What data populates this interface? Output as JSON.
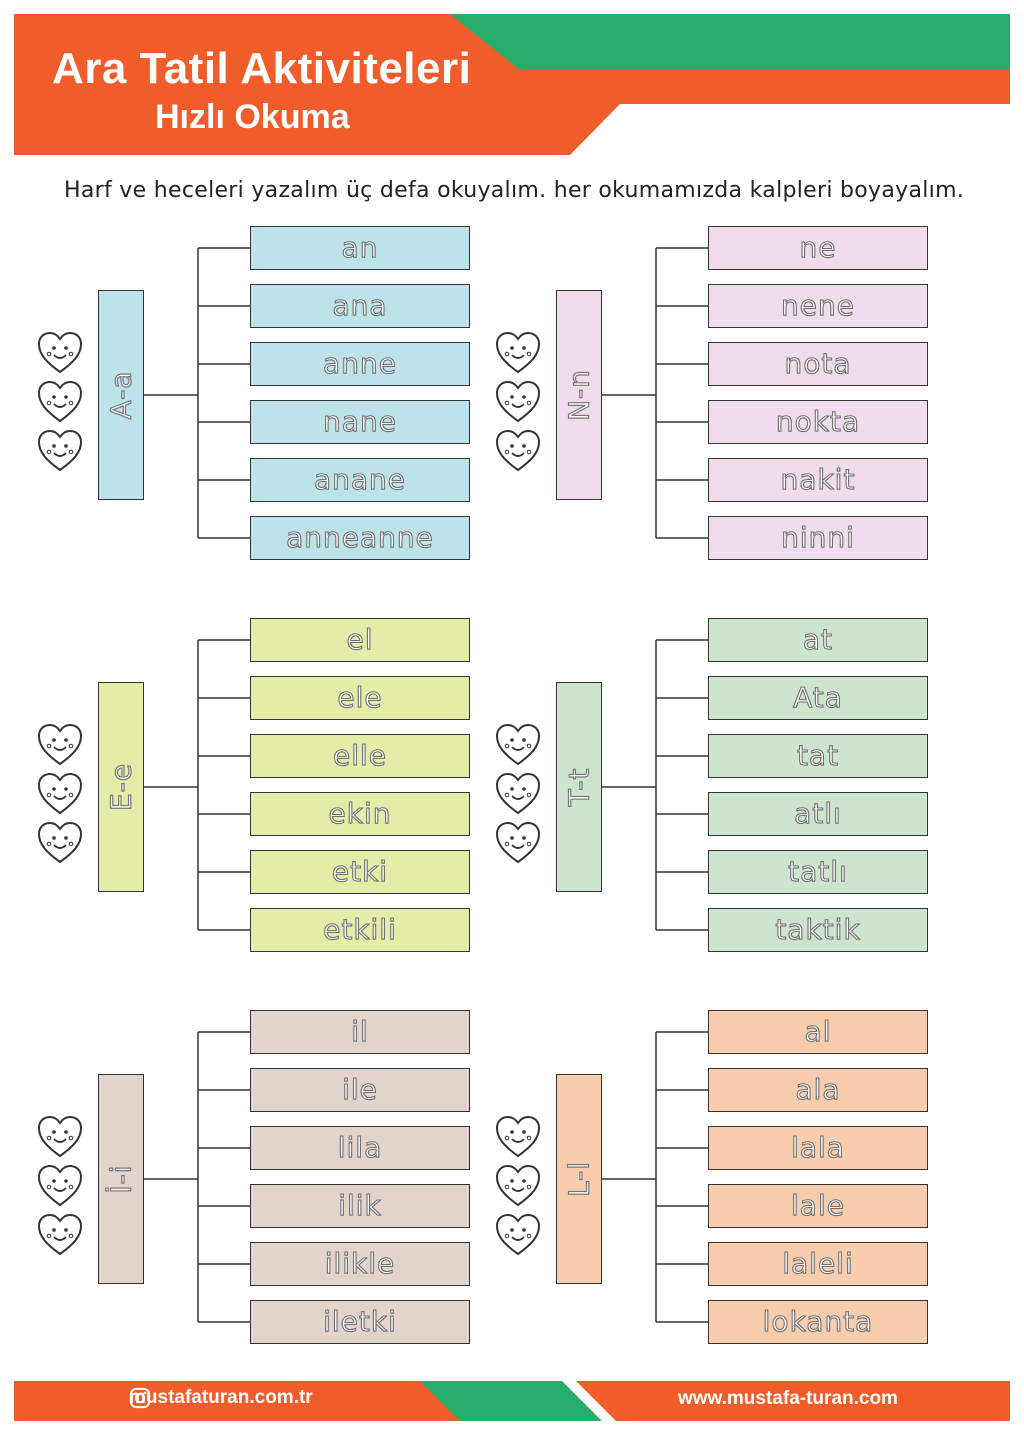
{
  "header": {
    "title": "Ara Tatil Aktiviteleri",
    "subtitle": "Hızlı Okuma",
    "colors": {
      "orange": "#F15D2A",
      "green": "#27AE6B"
    }
  },
  "instruction": "Harf ve heceleri yazalım üç defa okuyalım. her okumamızda kalpleri boyayalım.",
  "groups": [
    {
      "letter": "A-a",
      "color": "#BDE3EA",
      "words": [
        "an",
        "ana",
        "anne",
        "nane",
        "anane",
        "anneanne"
      ]
    },
    {
      "letter": "N-n",
      "color": "#F0DCEC",
      "words": [
        "ne",
        "nene",
        "nota",
        "nokta",
        "nakit",
        "ninni"
      ]
    },
    {
      "letter": "E-e",
      "color": "#E4EDA8",
      "words": [
        "el",
        "ele",
        "elle",
        "ekin",
        "etki",
        "etkili"
      ]
    },
    {
      "letter": "T-t",
      "color": "#CDE5CE",
      "words": [
        "at",
        "Ata",
        "tat",
        "atlı",
        "tatlı",
        "taktik"
      ]
    },
    {
      "letter": "İ-i",
      "color": "#E2D3CC",
      "words": [
        "il",
        "ile",
        "lila",
        "ilik",
        "ilikle",
        "iletki"
      ]
    },
    {
      "letter": "L-l",
      "color": "#F8CDAE",
      "words": [
        "al",
        "ala",
        "lala",
        "lale",
        "laleli",
        "lokanta"
      ]
    }
  ],
  "hearts_per_group": 3,
  "footer": {
    "instagram": "mustafaturan.com.tr",
    "website": "www.mustafa-turan.com",
    "icons": [
      "instagram-icon"
    ]
  }
}
